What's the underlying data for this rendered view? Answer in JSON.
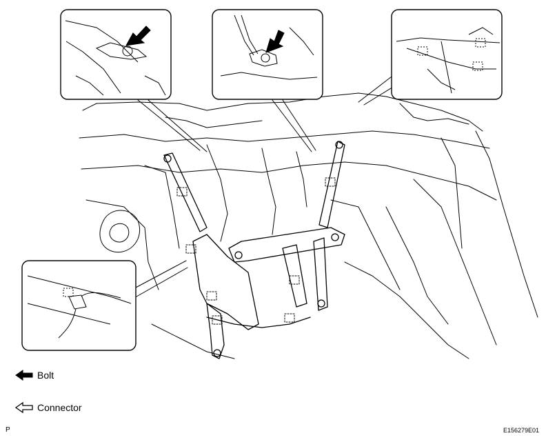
{
  "legend": {
    "bolt_label": "Bolt",
    "connector_label": "Connector"
  },
  "corner_label": "P",
  "figure_code": "E156279E01",
  "colors": {
    "line": "#000000",
    "background": "#ffffff"
  },
  "icons": {
    "bolt": "filled-arrow-left-icon",
    "connector": "outline-arrow-left-icon"
  }
}
